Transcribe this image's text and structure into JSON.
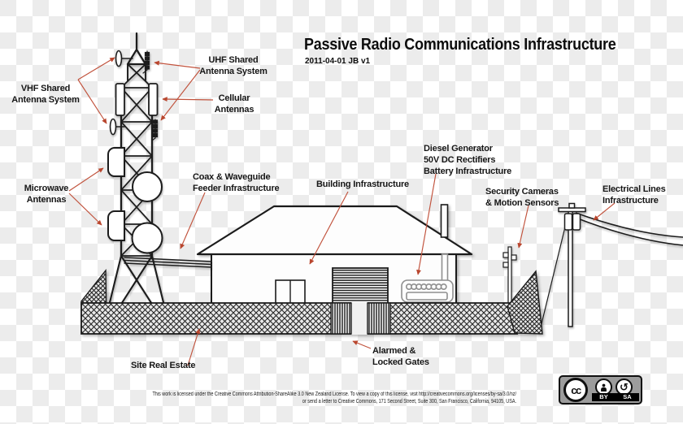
{
  "title": "Passive Radio Communications Infrastructure",
  "subtitle": "2011-04-01 JB v1",
  "labels": {
    "vhf": {
      "l1": "VHF Shared",
      "l2": "Antenna System"
    },
    "uhf": {
      "l1": "UHF Shared",
      "l2": "Antenna System"
    },
    "cellular": {
      "l1": "Cellular",
      "l2": "Antennas"
    },
    "microwave": {
      "l1": "Microwave",
      "l2": "Antennas"
    },
    "coax": {
      "l1": "Coax & Waveguide",
      "l2": "Feeder Infrastructure"
    },
    "building": {
      "l1": "Building Infrastructure"
    },
    "diesel": {
      "l1": "Diesel Generator",
      "l2": "50V DC Rectifiers",
      "l3": "Battery Infrastructure"
    },
    "security": {
      "l1": "Security Cameras",
      "l2": "& Motion Sensors"
    },
    "electrical": {
      "l1": "Electrical Lines",
      "l2": "Infrastructure"
    },
    "site": {
      "l1": "Site Real Estate"
    },
    "gates": {
      "l1": "Alarmed &",
      "l2": "Locked Gates"
    }
  },
  "license": {
    "line1": "This work is licensed under the Creative Commons Attribution-ShareAlike 3.0 New Zealand License. To view a copy of this license, visit http://creativecommons.org/licenses/by-sa/3.0/nz/",
    "line2": "or send a letter to Creative Commons, 171 Second Street, Suite 300, San Francisco, California, 94105, USA."
  },
  "cc_badge": {
    "cc": "cc",
    "by": "BY",
    "sa": "SA",
    "sa_glyph": "↺"
  },
  "colors": {
    "arrow": "#c1523c",
    "ink": "#1b1b1b",
    "checker": "#ececec",
    "badge_gray": "#9c9c9c"
  }
}
